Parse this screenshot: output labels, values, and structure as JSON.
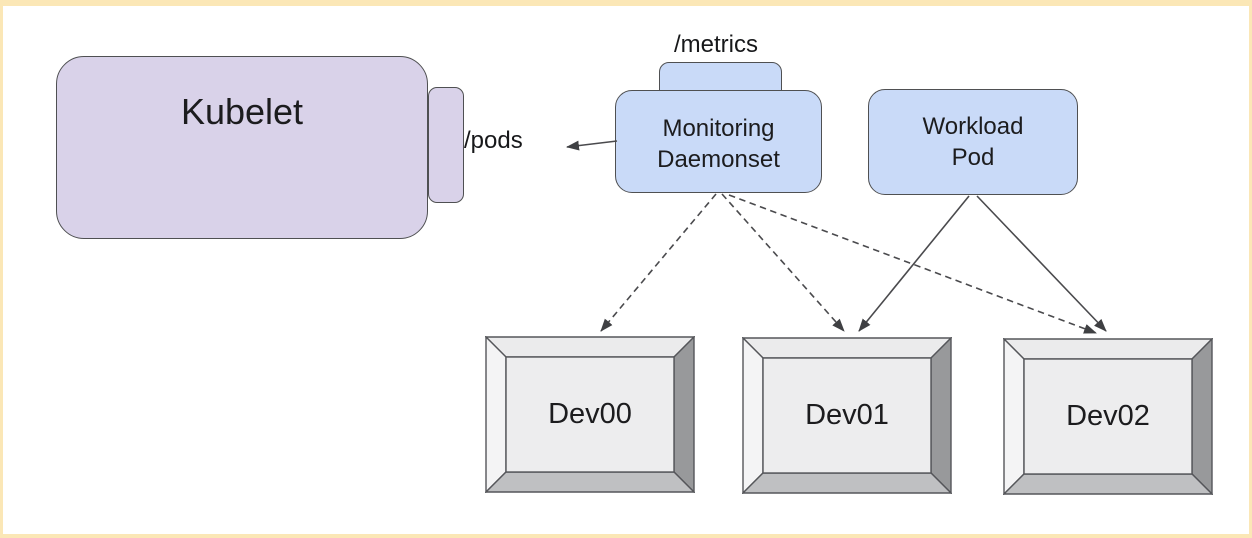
{
  "nodes": {
    "kubelet": {
      "label": "Kubelet",
      "fill": "#d9d2e9"
    },
    "monitoring_daemonset": {
      "label": "Monitoring Daemonset",
      "fill": "#c9daf8"
    },
    "workload_pod": {
      "label": "Workload Pod",
      "fill": "#c9daf8"
    },
    "devices": [
      {
        "label": "Dev00"
      },
      {
        "label": "Dev01"
      },
      {
        "label": "Dev02"
      }
    ]
  },
  "labels": {
    "pods_endpoint": "/pods",
    "metrics_endpoint": "/metrics"
  },
  "edges": [
    {
      "from": "Monitoring Daemonset",
      "to": "Kubelet /pods",
      "style": "solid",
      "arrow": true
    },
    {
      "from": "Monitoring Daemonset",
      "to": "Dev00",
      "style": "dashed",
      "arrow": true
    },
    {
      "from": "Monitoring Daemonset",
      "to": "Dev01",
      "style": "dashed",
      "arrow": true
    },
    {
      "from": "Monitoring Daemonset",
      "to": "Dev02",
      "style": "dashed",
      "arrow": true
    },
    {
      "from": "Workload Pod",
      "to": "Dev01",
      "style": "solid",
      "arrow": true
    },
    {
      "from": "Workload Pod",
      "to": "Dev02",
      "style": "solid",
      "arrow": true
    }
  ],
  "colors": {
    "background": "#ffffff",
    "frame": "#fbe7b6",
    "node_purple": "#d9d2e9",
    "node_blue": "#c9daf8",
    "stroke": "#4f5052",
    "arrow": "#4a4a4d",
    "device_face": "#ededee",
    "device_bevel_top": "#ebebec",
    "device_bevel_left": "#f4f4f5",
    "device_bevel_right": "#98999b",
    "device_bevel_bottom": "#bfc0c2"
  }
}
